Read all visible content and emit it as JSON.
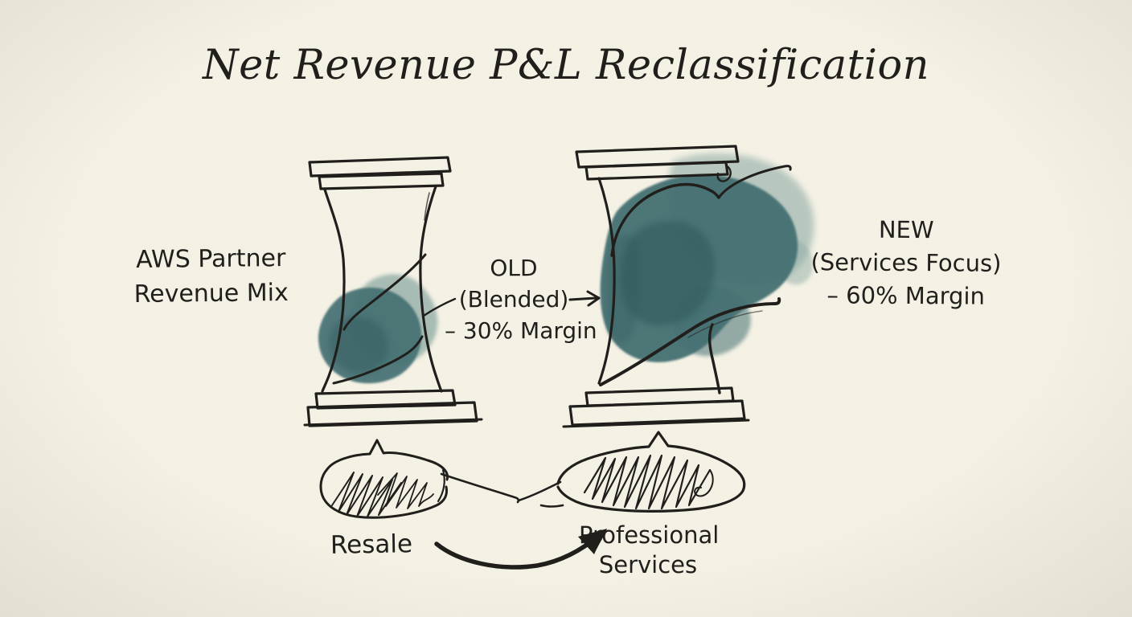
{
  "title": "Net Revenue P&L Reclassification",
  "labels": {
    "context": {
      "line1": "AWS Partner",
      "line2": "Revenue Mix"
    },
    "old": {
      "name": "OLD",
      "qualifier": "(Blended)",
      "margin": "– 30% Margin"
    },
    "new": {
      "name": "NEW",
      "qualifier": "(Services Focus)",
      "margin": "– 60% Margin"
    },
    "flow": {
      "from": "Resale",
      "to_line1": "Professional",
      "to_line2": "Services"
    }
  },
  "colors": {
    "background": "#f6f3e6",
    "ink": "#211f1c",
    "teal": "#47767f",
    "teal_dark": "#2d5a64",
    "teal_light": "#8db0b2"
  }
}
